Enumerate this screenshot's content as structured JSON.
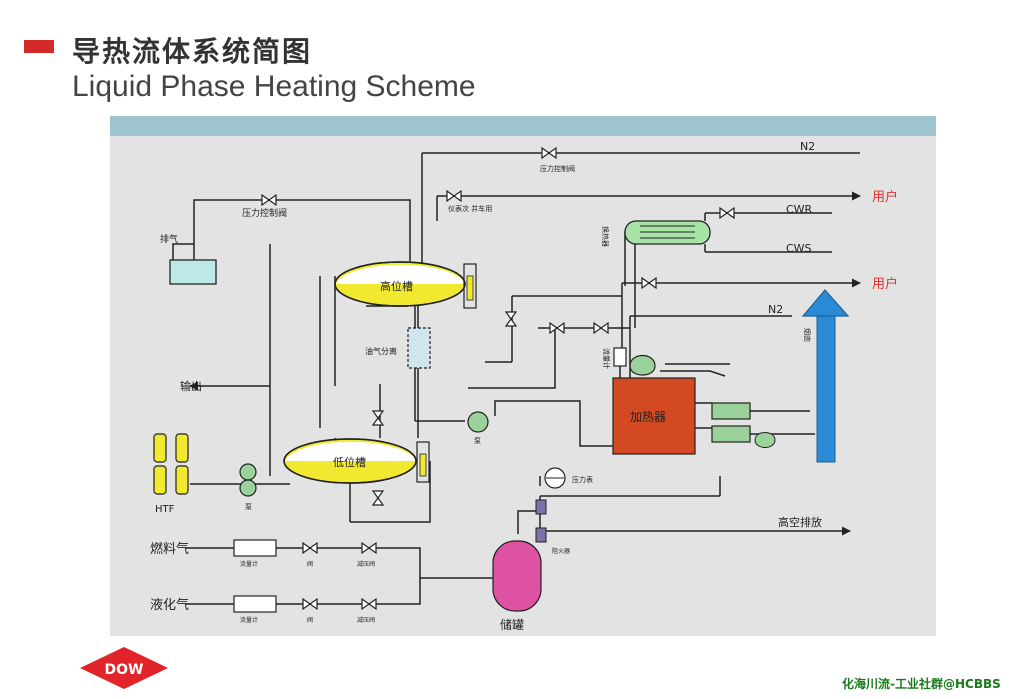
{
  "header": {
    "title_cn": "导热流体系统简图",
    "title_en": "Liquid Phase Heating Scheme"
  },
  "labels": {
    "n2_top": "N2",
    "pressure_control_valve_top": "压力控制阀",
    "pressure_control_valve_left": "压力控制阀",
    "user_1": "用户",
    "user_2": "用户",
    "cwr": "CWR",
    "cws": "CWS",
    "exhaust": "排气",
    "heat_exchanger": "换热器",
    "instrument_valve": "仪表次\n并车用",
    "high_tank": "高位槽",
    "oil_gas_separator": "油气分离",
    "n2_mid": "N2",
    "chimney": "烟囱",
    "flow_meter_vertical": "流量计",
    "output": "输出",
    "heater": "加热器",
    "pump_center": "泵",
    "low_tank": "低位槽",
    "pump_left": "泵",
    "htf": "HTF",
    "pressure_gauge": "压力表",
    "high_altitude_vent": "高空排放",
    "fuel_gas": "燃料气",
    "liquefied_gas": "液化气",
    "flowmeter": "流量计",
    "valve": "阀",
    "pressure_reducing_valve": "减压阀",
    "flame_arrester": "阻火器",
    "storage_tank": "储罐"
  },
  "logo": {
    "text": "DOW"
  },
  "watermark": "化海川流-工业社群@HCBBS",
  "colors": {
    "accent": "#d42a2a",
    "panel": "#e3e3e3",
    "header_strip": "#9ec4cf",
    "tank_yellow": "#f1e92f",
    "heater": "#d34a22",
    "chimney": "#2a8ad6",
    "storage_tank": "#dd52a2",
    "hx_green": "#a7e2a7",
    "user_red": "#e03030"
  }
}
